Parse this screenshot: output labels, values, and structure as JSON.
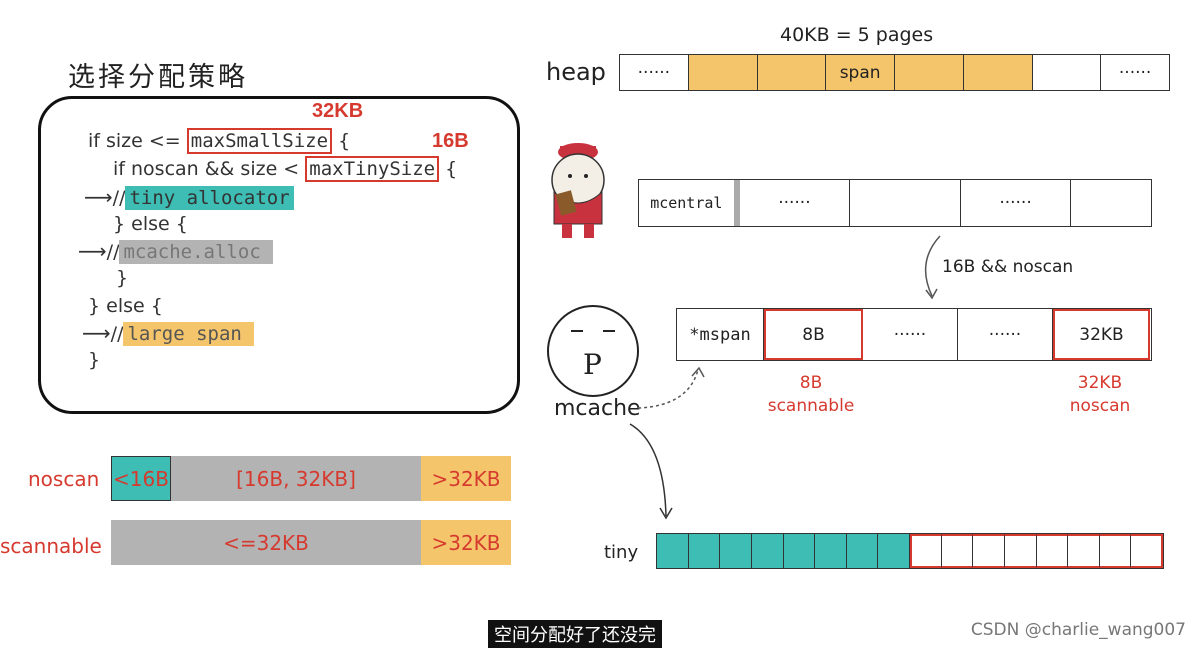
{
  "left": {
    "title": "选择分配策略",
    "annot_32kb": "32KB",
    "annot_16b": "16B",
    "code": {
      "l1_pre": "if size <= ",
      "l1_box": "maxSmallSize",
      "l1_post": " {",
      "l2_pre": "if noscan && size < ",
      "l2_box": "maxTinySize",
      "l2_post": " {",
      "l3_prefix": "//",
      "l3_hl": "tiny allocator",
      "l4": "} else {",
      "l5_prefix": "//",
      "l5_hl": "mcache.alloc",
      "l6": "}",
      "l7": "} else {",
      "l8_prefix": "//",
      "l8_hl": "large span",
      "l9": "}",
      "arrow": "⟶"
    },
    "bars": {
      "noscan_label": "noscan",
      "noscan_cells": [
        "<16B",
        "[16B, 32KB]",
        ">32KB"
      ],
      "scannable_label": "scannable",
      "scannable_cells": [
        "<=32KB",
        ">32KB"
      ]
    }
  },
  "right": {
    "heap_caption": "40KB = 5 pages",
    "heap_label": "heap",
    "heap_cells": [
      "······",
      "",
      "",
      "span",
      "",
      "",
      "",
      "······"
    ],
    "mcentral_cells": [
      "mcentral",
      "······",
      "",
      "······",
      ""
    ],
    "edge_label": "16B && noscan",
    "mcache_face": "P",
    "mcache_label": "mcache",
    "mspan_cells": [
      "*mspan",
      "8B",
      "······",
      "······",
      "32KB"
    ],
    "note_8b": [
      "8B",
      "scannable"
    ],
    "note_32kb": [
      "32KB",
      "noscan"
    ],
    "tiny_label": "tiny"
  },
  "subtitle": "空间分配好了还没完",
  "watermark": "CSDN @charlie_wang007",
  "colors": {
    "teal": "#3dbdb3",
    "grey": "#b3b3b3",
    "yellow": "#f4c56b",
    "red": "#d63a2f"
  }
}
